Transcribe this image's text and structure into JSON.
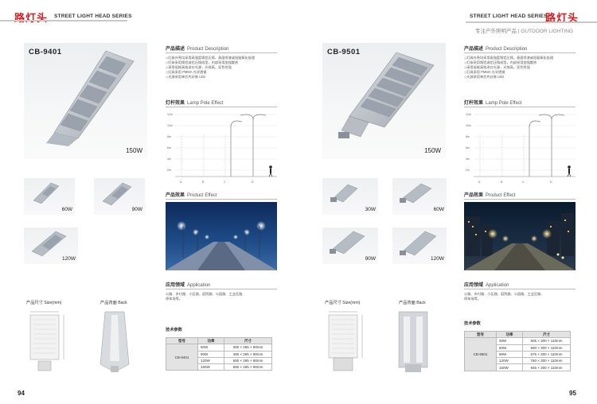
{
  "left": {
    "header_cn": "路灯头",
    "header_en": "STREET LIGHT HEAD SERIES",
    "model": "CB-9401",
    "main_watt": "150W",
    "thumbs": [
      "60W",
      "90W",
      "120W"
    ],
    "desc_title_cn": "产品描述",
    "desc_title_en": "Product Description",
    "desc_lines": [
      "◇灯具外壳均采用高强度铸铝压铸，表面喷漆或阳极氧化处理",
      "◇灯体采用铸铝或铝压铸成型，内部采用加强散热",
      "◇采用低耗高效进口光源，光效高，显色性强",
      "◇灯具采用 PMMA 光学透镜",
      "◇光源采用单芯片封装 LED"
    ],
    "pole_title_cn": "灯杆效果",
    "pole_title_en": "Lamp Pole Effect",
    "pole_marks": [
      "A",
      "B",
      "C",
      "D"
    ],
    "pole_levels": [
      "12m",
      "10m",
      "8m",
      "6m",
      "4m",
      "2m"
    ],
    "effect_title_cn": "产品效果",
    "effect_title_en": "Product Effect",
    "app_title_cn": "应用领域",
    "app_title_en": "Application",
    "app_lines": [
      "公路、乡村路、小区路、庭院路、公园路、工业区路、",
      "停车场等。"
    ],
    "size_label": "产品尺寸 Size(mm)",
    "back_label": "产品背面 Back",
    "spec_title": "技术参数",
    "spec_headers": [
      "型号",
      "功率",
      "尺寸"
    ],
    "spec_model": "CB-9401",
    "spec_rows": [
      [
        "60W",
        "300 × 265 × 90mm"
      ],
      [
        "90W",
        "400 × 265 × 90mm"
      ],
      [
        "120W",
        "500 × 265 × 90mm"
      ],
      [
        "150W",
        "600 × 265 × 90mm"
      ]
    ],
    "page_number": "94"
  },
  "right": {
    "header_cn": "路灯头",
    "header_en": "STREET LIGHT HEAD SERIES",
    "header_sub": "专注户外照明产品 | OUTDOOR LIGHTING",
    "model": "CB-9501",
    "main_watt": "150W",
    "thumbs": [
      "30W",
      "60W",
      "90W",
      "120W"
    ],
    "desc_title_cn": "产品描述",
    "desc_title_en": "Product Description",
    "desc_lines": [
      "◇灯具外壳均采用高强度铸铝压铸，表面喷漆或阳极氧化处理",
      "◇灯体采用铸铝或铝压铸成型，内部采用加强散热",
      "◇采用低耗高效进口光源，光效高，显色性强",
      "◇灯具采用 PMMA 光学透镜",
      "◇光源采用单芯片封装 LED"
    ],
    "pole_title_cn": "灯杆效果",
    "pole_title_en": "Lamp Pole Effect",
    "pole_marks": [
      "A",
      "B",
      "C",
      "D"
    ],
    "pole_levels": [
      "12m",
      "10m",
      "8m",
      "6m",
      "4m",
      "2m"
    ],
    "effect_title_cn": "产品效果",
    "effect_title_en": "Product Effect",
    "app_title_cn": "应用领域",
    "app_title_en": "Application",
    "app_lines": [
      "公路、乡村路、小区路、庭院路、公园路、工业区路、",
      "停车场等。"
    ],
    "size_label": "产品尺寸 Size(mm)",
    "back_label": "产品背面 Back",
    "spec_title": "技术参数",
    "spec_headers": [
      "型号",
      "功率",
      "尺寸"
    ],
    "spec_model": "CB-9501",
    "spec_rows": [
      [
        "30W",
        "505 × 300 × 110mm"
      ],
      [
        "60W",
        "590 × 300 × 110mm"
      ],
      [
        "90W",
        "675 × 300 × 110mm"
      ],
      [
        "120W",
        "760 × 300 × 110mm"
      ],
      [
        "150W",
        "845 × 300 × 110mm"
      ]
    ],
    "page_number": "95"
  },
  "colors": {
    "accent_red": "#d7191f",
    "rule_gray": "#c8c8c8"
  }
}
